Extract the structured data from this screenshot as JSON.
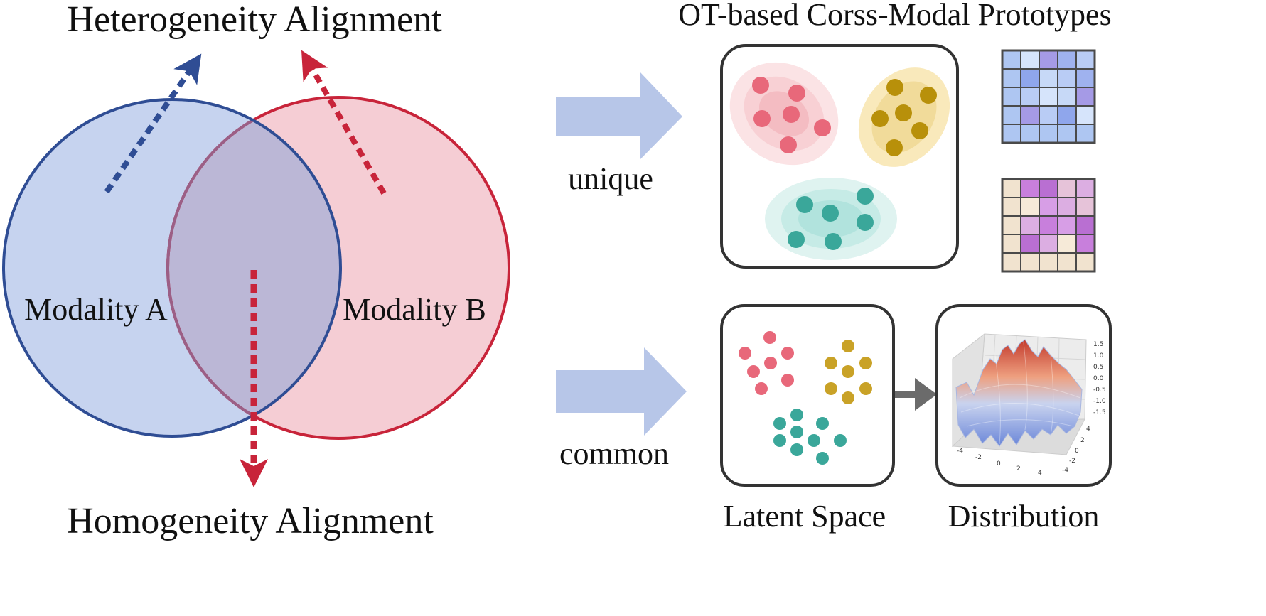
{
  "titles": {
    "heterogeneity": "Heterogeneity Alignment",
    "homogeneity": "Homogeneity Alignment",
    "prototypes": "OT-based Corss-Modal Prototypes"
  },
  "venn": {
    "modality_a": "Modality A",
    "modality_b": "Modality B"
  },
  "branches": {
    "unique": "unique",
    "common": "common"
  },
  "panels": {
    "latent_space": "Latent Space",
    "distribution": "Distribution"
  },
  "distribution_plot": {
    "z_ticks": [
      "1.5",
      "1.0",
      "0.5",
      "0.0",
      "-0.5",
      "-1.0",
      "-1.5"
    ],
    "x_ticks": [
      "-4",
      "-2",
      "0",
      "2",
      "4"
    ],
    "y_ticks": [
      "4",
      "2",
      "0",
      "-2",
      "-4"
    ]
  },
  "colors": {
    "modality_a": "#2f4d94",
    "modality_b": "#c8243a",
    "arrow_fill": "#b7c6e8",
    "cluster_red": "#e8687a",
    "cluster_gold": "#b8900a",
    "cluster_teal": "#3aa79a"
  }
}
